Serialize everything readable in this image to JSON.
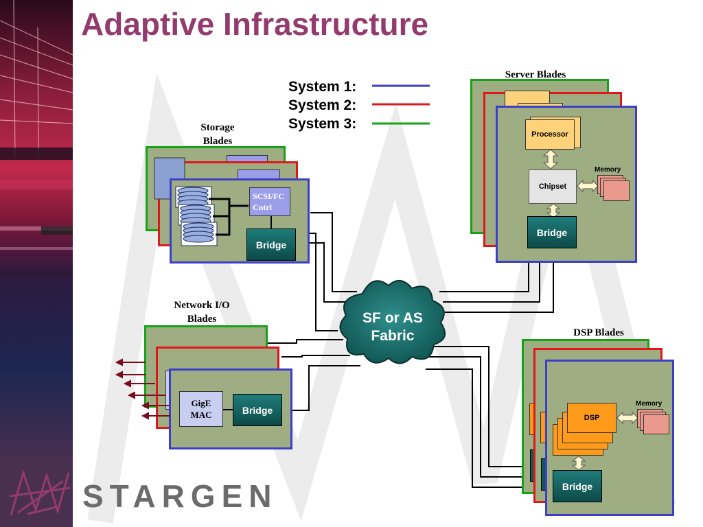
{
  "slide": {
    "title": "Adaptive Infrastructure",
    "brand": "STARGEN"
  },
  "legend": {
    "items": [
      {
        "label": "System 1:",
        "color": "#3b3ec8"
      },
      {
        "label": "System 2:",
        "color": "#e0161b"
      },
      {
        "label": "System 3:",
        "color": "#16a216"
      }
    ]
  },
  "fabric": {
    "line1": "SF or AS",
    "line2": "Fabric"
  },
  "storage": {
    "heading_line1": "Storage",
    "heading_line2": "Blades",
    "controller_line1": "SCSI/FC",
    "controller_line2": "Cntrl",
    "bridge": "Bridge"
  },
  "server": {
    "heading": "Server Blades",
    "processor": "Processor",
    "chipset": "Chipset",
    "memory": "Memory",
    "bridge": "Bridge"
  },
  "network": {
    "heading_line1": "Network I/O",
    "heading_line2": "Blades",
    "mac_line1": "GigE",
    "mac_line2": "MAC",
    "bridge": "Bridge"
  },
  "dsp": {
    "heading": "DSP Blades",
    "dsp": "DSP",
    "memory": "Memory",
    "bridge": "Bridge"
  },
  "colors": {
    "blade_fill": "#9fae82",
    "title": "#933b6e",
    "system1": "#3b3ec8",
    "system2": "#e0161b",
    "system3": "#16a216",
    "bridge": "#0f5a58",
    "controller": "#9a9ee8",
    "processor": "#fdd27a",
    "dsp": "#ff9a1a",
    "memory": "#ea9a8c"
  }
}
